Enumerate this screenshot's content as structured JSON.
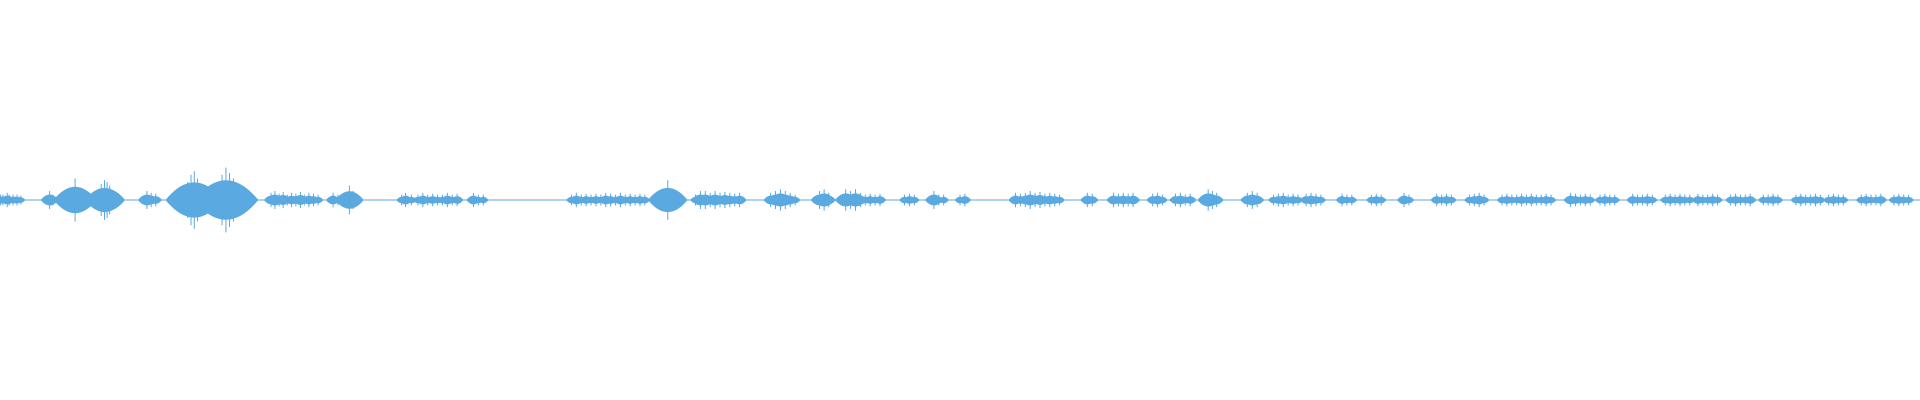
{
  "waveform": {
    "color": "#5aa9e0",
    "baseline_color": "#5aa9e0",
    "peaks": [
      [
        0.02,
        0.03
      ],
      [
        0.05,
        0.02
      ],
      [
        0.09,
        0.03
      ],
      [
        0.14,
        0.02
      ],
      [
        0.22,
        0.04
      ],
      [
        0.28,
        0.03
      ],
      [
        0.33,
        0.02
      ],
      [
        0.4,
        0.03
      ],
      [
        0.46,
        0.02
      ],
      [
        0.52,
        0.03
      ],
      [
        0.58,
        0.02
      ],
      [
        0.64,
        0.025
      ],
      [
        1.52,
        0.05
      ],
      [
        1.62,
        0.03
      ],
      [
        1.96,
        0.04
      ],
      [
        2.07,
        0.05
      ],
      [
        2.18,
        0.04
      ],
      [
        2.3,
        0.12
      ],
      [
        2.38,
        0.07
      ],
      [
        2.47,
        0.06
      ],
      [
        3.1,
        0.09
      ],
      [
        3.2,
        0.11
      ],
      [
        3.28,
        0.1
      ],
      [
        3.36,
        0.08
      ],
      [
        4.5,
        0.05
      ],
      [
        4.63,
        0.04
      ],
      [
        4.77,
        0.035
      ],
      [
        5.75,
        0.1
      ],
      [
        5.85,
        0.14
      ],
      [
        5.95,
        0.16
      ],
      [
        6.05,
        0.12
      ],
      [
        6.16,
        0.08
      ],
      [
        6.27,
        0.06
      ],
      [
        6.7,
        0.06
      ],
      [
        6.8,
        0.14
      ],
      [
        6.92,
        0.18
      ],
      [
        7.03,
        0.15
      ],
      [
        7.15,
        0.12
      ],
      [
        8.3,
        0.04
      ],
      [
        8.42,
        0.05
      ],
      [
        8.55,
        0.035
      ],
      [
        8.67,
        0.045
      ],
      [
        8.8,
        0.03
      ],
      [
        8.93,
        0.04
      ],
      [
        9.06,
        0.035
      ],
      [
        9.2,
        0.045
      ],
      [
        9.33,
        0.03
      ],
      [
        9.46,
        0.04
      ],
      [
        9.6,
        0.035
      ],
      [
        9.74,
        0.03
      ],
      [
        10.2,
        0.04
      ],
      [
        10.35,
        0.03
      ],
      [
        10.5,
        0.03
      ],
      [
        10.7,
        0.08
      ],
      [
        10.82,
        0.05
      ],
      [
        12.3,
        0.03
      ],
      [
        12.42,
        0.04
      ],
      [
        12.6,
        0.03
      ],
      [
        12.8,
        0.03
      ],
      [
        12.95,
        0.04
      ],
      [
        13.1,
        0.03
      ],
      [
        13.25,
        0.035
      ],
      [
        13.4,
        0.03
      ],
      [
        13.55,
        0.03
      ],
      [
        13.7,
        0.04
      ],
      [
        13.85,
        0.03
      ],
      [
        14.0,
        0.035
      ],
      [
        14.5,
        0.04
      ],
      [
        14.65,
        0.03
      ],
      [
        14.8,
        0.03
      ],
      [
        17.5,
        0.03
      ],
      [
        17.65,
        0.04
      ],
      [
        17.8,
        0.03
      ],
      [
        17.95,
        0.035
      ],
      [
        18.1,
        0.03
      ],
      [
        18.25,
        0.035
      ],
      [
        18.4,
        0.03
      ],
      [
        18.55,
        0.04
      ],
      [
        18.7,
        0.035
      ],
      [
        18.85,
        0.03
      ],
      [
        19.0,
        0.04
      ],
      [
        19.15,
        0.03
      ],
      [
        19.3,
        0.035
      ],
      [
        19.45,
        0.03
      ],
      [
        19.6,
        0.035
      ],
      [
        19.75,
        0.03
      ],
      [
        20.35,
        0.04
      ],
      [
        20.45,
        0.11
      ],
      [
        20.56,
        0.06
      ],
      [
        20.68,
        0.03
      ],
      [
        21.3,
        0.03
      ],
      [
        21.45,
        0.05
      ],
      [
        21.6,
        0.05
      ],
      [
        21.75,
        0.04
      ],
      [
        21.9,
        0.05
      ],
      [
        22.05,
        0.04
      ],
      [
        22.2,
        0.045
      ],
      [
        22.35,
        0.04
      ],
      [
        22.5,
        0.035
      ],
      [
        22.65,
        0.04
      ],
      [
        23.6,
        0.04
      ],
      [
        23.75,
        0.05
      ],
      [
        23.9,
        0.06
      ],
      [
        24.05,
        0.05
      ],
      [
        24.2,
        0.04
      ],
      [
        24.35,
        0.03
      ],
      [
        25.1,
        0.05
      ],
      [
        25.24,
        0.06
      ],
      [
        25.38,
        0.04
      ],
      [
        25.9,
        0.06
      ],
      [
        26.05,
        0.05
      ],
      [
        26.2,
        0.06
      ],
      [
        26.35,
        0.04
      ],
      [
        26.5,
        0.03
      ],
      [
        26.65,
        0.035
      ],
      [
        26.8,
        0.03
      ],
      [
        26.95,
        0.035
      ],
      [
        27.7,
        0.03
      ],
      [
        27.85,
        0.035
      ],
      [
        28.0,
        0.03
      ],
      [
        28.6,
        0.05
      ],
      [
        28.75,
        0.03
      ],
      [
        28.9,
        0.03
      ],
      [
        29.4,
        0.03
      ],
      [
        29.55,
        0.035
      ],
      [
        31.1,
        0.04
      ],
      [
        31.25,
        0.035
      ],
      [
        31.4,
        0.04
      ],
      [
        31.55,
        0.05
      ],
      [
        31.7,
        0.04
      ],
      [
        31.85,
        0.045
      ],
      [
        32.0,
        0.035
      ],
      [
        32.15,
        0.04
      ],
      [
        32.3,
        0.035
      ],
      [
        32.45,
        0.03
      ],
      [
        33.3,
        0.04
      ],
      [
        33.45,
        0.035
      ],
      [
        34.1,
        0.04
      ],
      [
        34.25,
        0.035
      ],
      [
        34.4,
        0.04
      ],
      [
        34.55,
        0.035
      ],
      [
        34.7,
        0.04
      ],
      [
        35.3,
        0.035
      ],
      [
        35.45,
        0.04
      ],
      [
        35.6,
        0.03
      ],
      [
        36.0,
        0.035
      ],
      [
        36.15,
        0.04
      ],
      [
        36.3,
        0.03
      ],
      [
        36.45,
        0.035
      ],
      [
        37.0,
        0.06
      ],
      [
        37.13,
        0.05
      ],
      [
        37.26,
        0.04
      ],
      [
        38.2,
        0.04
      ],
      [
        38.35,
        0.05
      ],
      [
        38.5,
        0.04
      ],
      [
        39.0,
        0.03
      ],
      [
        39.15,
        0.035
      ],
      [
        39.3,
        0.04
      ],
      [
        39.45,
        0.03
      ],
      [
        39.6,
        0.035
      ],
      [
        39.75,
        0.03
      ],
      [
        40.0,
        0.035
      ],
      [
        40.15,
        0.04
      ],
      [
        40.3,
        0.035
      ],
      [
        40.45,
        0.03
      ],
      [
        41.1,
        0.035
      ],
      [
        41.25,
        0.03
      ],
      [
        41.4,
        0.03
      ],
      [
        42.0,
        0.03
      ],
      [
        42.15,
        0.035
      ],
      [
        42.3,
        0.03
      ],
      [
        43.0,
        0.04
      ],
      [
        43.15,
        0.03
      ],
      [
        44.0,
        0.035
      ],
      [
        44.15,
        0.03
      ],
      [
        44.3,
        0.035
      ],
      [
        44.45,
        0.03
      ],
      [
        45.0,
        0.03
      ],
      [
        45.15,
        0.035
      ],
      [
        45.3,
        0.04
      ],
      [
        45.45,
        0.03
      ],
      [
        46.0,
        0.03
      ],
      [
        46.15,
        0.035
      ],
      [
        46.3,
        0.03
      ],
      [
        46.45,
        0.03
      ],
      [
        46.6,
        0.035
      ],
      [
        46.75,
        0.03
      ],
      [
        46.9,
        0.035
      ],
      [
        47.05,
        0.03
      ],
      [
        47.2,
        0.03
      ],
      [
        47.35,
        0.035
      ],
      [
        47.5,
        0.03
      ],
      [
        48.1,
        0.04
      ],
      [
        48.25,
        0.035
      ],
      [
        48.4,
        0.03
      ],
      [
        48.55,
        0.035
      ],
      [
        48.7,
        0.03
      ],
      [
        49.0,
        0.03
      ],
      [
        49.15,
        0.035
      ],
      [
        49.3,
        0.03
      ],
      [
        49.45,
        0.03
      ],
      [
        50.0,
        0.035
      ],
      [
        50.15,
        0.03
      ],
      [
        50.3,
        0.03
      ],
      [
        50.45,
        0.035
      ],
      [
        50.6,
        0.03
      ],
      [
        51.0,
        0.03
      ],
      [
        51.15,
        0.035
      ],
      [
        51.3,
        0.03
      ],
      [
        51.45,
        0.035
      ],
      [
        51.6,
        0.03
      ],
      [
        51.75,
        0.03
      ],
      [
        52.0,
        0.035
      ],
      [
        52.15,
        0.03
      ],
      [
        52.3,
        0.03
      ],
      [
        52.45,
        0.035
      ],
      [
        52.6,
        0.03
      ],
      [
        53.0,
        0.03
      ],
      [
        53.15,
        0.035
      ],
      [
        53.3,
        0.03
      ],
      [
        53.45,
        0.03
      ],
      [
        53.6,
        0.035
      ],
      [
        54.0,
        0.03
      ],
      [
        54.15,
        0.03
      ],
      [
        54.3,
        0.035
      ],
      [
        54.45,
        0.03
      ],
      [
        55.0,
        0.03
      ],
      [
        55.15,
        0.035
      ],
      [
        55.3,
        0.03
      ],
      [
        55.45,
        0.03
      ],
      [
        55.6,
        0.035
      ],
      [
        55.75,
        0.03
      ],
      [
        56.0,
        0.03
      ],
      [
        56.15,
        0.035
      ],
      [
        56.3,
        0.03
      ],
      [
        56.45,
        0.03
      ],
      [
        57.0,
        0.03
      ],
      [
        57.15,
        0.035
      ],
      [
        57.3,
        0.03
      ],
      [
        57.45,
        0.03
      ],
      [
        57.6,
        0.035
      ],
      [
        58.0,
        0.03
      ],
      [
        58.15,
        0.035
      ],
      [
        58.3,
        0.03
      ],
      [
        58.45,
        0.03
      ]
    ]
  }
}
